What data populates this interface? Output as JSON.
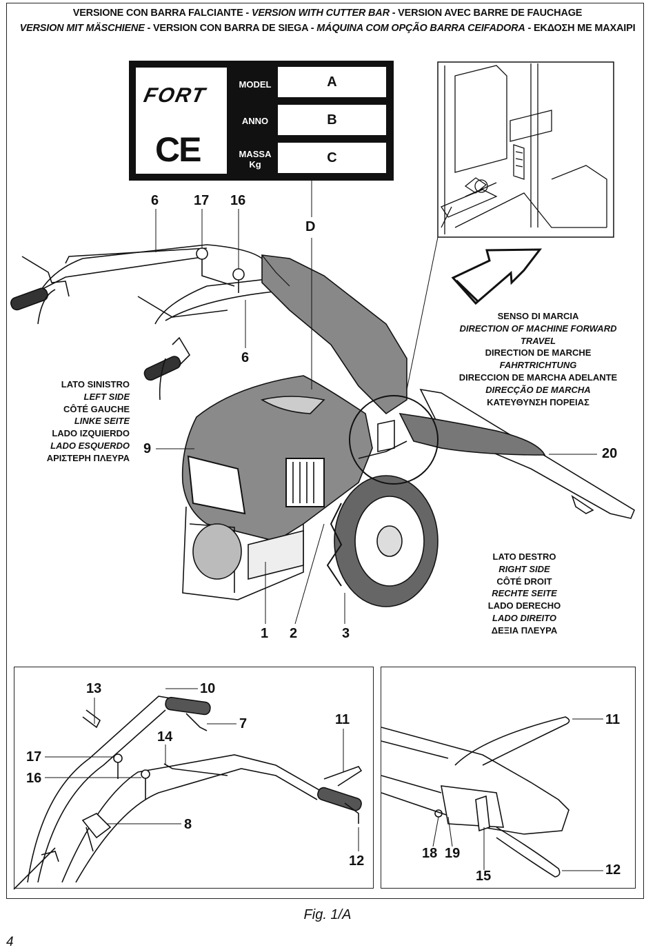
{
  "header": {
    "line1_a": "VERSIONE CON BARRA FALCIANTE - ",
    "line1_b": "VERSION WITH CUTTER BAR",
    "line1_c": " - VERSION AVEC BARRE DE FAUCHAGE",
    "line2_a": "VERSION MIT MÄSCHIENE",
    "line2_b": " - VERSION CON BARRA DE SIEGA - ",
    "line2_c": "MÁQUINA COM OPÇÃO BARRA CEIFADORA",
    "line2_d": " - ΕΚΔΟΣΗ ΜΕ ΜΑΧΑΙΡΙ"
  },
  "nameplate": {
    "logo_text": "FORT",
    "ce_mark": "CE",
    "model_label": "MODEL",
    "model_value": "A",
    "year_label": "ANNO",
    "year_value": "B",
    "mass_label_1": "MASSA",
    "mass_label_2": "Kg",
    "mass_value": "C"
  },
  "direction": {
    "lines": [
      {
        "text": "SENSO DI MARCIA",
        "italic": false
      },
      {
        "text": "DIRECTION OF MACHINE FORWARD TRAVEL",
        "italic": true
      },
      {
        "text": "DIRECTION DE MARCHE",
        "italic": false
      },
      {
        "text": "FAHRTRICHTUNG",
        "italic": true
      },
      {
        "text": "DIRECCION DE MARCHA ADELANTE",
        "italic": false
      },
      {
        "text": "DIRECÇÃO DE MARCHA",
        "italic": true
      },
      {
        "text": "ΚΑΤΕΥΘΥΝΣΗ ΠΟΡΕΙΑΣ",
        "italic": false
      }
    ]
  },
  "left_side": {
    "lines": [
      {
        "text": "LATO SINISTRO",
        "italic": false
      },
      {
        "text": "LEFT SIDE",
        "italic": true
      },
      {
        "text": "CÔTÉ GAUCHE",
        "italic": false
      },
      {
        "text": "LINKE SEITE",
        "italic": true
      },
      {
        "text": "LADO IZQUIERDO",
        "italic": false
      },
      {
        "text": "LADO ESQUERDO",
        "italic": true
      },
      {
        "text": "ΑΡΙΣΤΕΡΗ ΠΛΕΥΡΑ",
        "italic": false
      }
    ]
  },
  "right_side": {
    "lines": [
      {
        "text": "LATO DESTRO",
        "italic": false
      },
      {
        "text": "RIGHT SIDE",
        "italic": true
      },
      {
        "text": "CÔTÉ DROIT",
        "italic": false
      },
      {
        "text": "RECHTE SEITE",
        "italic": true
      },
      {
        "text": "LADO DERECHO",
        "italic": false
      },
      {
        "text": "LADO DIREITO",
        "italic": true
      },
      {
        "text": "ΔΕΞΙΑ ΠΛΕΥΡΑ",
        "italic": false
      }
    ]
  },
  "callouts": {
    "main": {
      "c6a": "6",
      "c17": "17",
      "c16": "16",
      "cD": "D",
      "c6b": "6",
      "c9": "9",
      "c20": "20",
      "c1": "1",
      "c2": "2",
      "c3": "3"
    },
    "bottom_left": {
      "c13": "13",
      "c10": "10",
      "c7": "7",
      "c11": "11",
      "c14": "14",
      "c17": "17",
      "c16": "16",
      "c8": "8",
      "c12": "12"
    },
    "bottom_right": {
      "c11": "11",
      "c18": "18",
      "c19": "19",
      "c15": "15",
      "c12": "12"
    }
  },
  "caption": "Fig. 1/A",
  "page_number": "4"
}
